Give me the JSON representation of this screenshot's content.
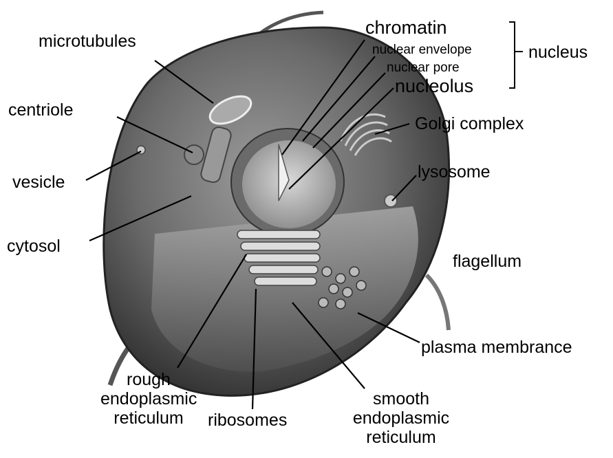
{
  "labels": {
    "microtubules": "microtubules",
    "centriole": "centriole",
    "vesicle": "vesicle",
    "cytosol": "cytosol",
    "chromatin": "chromatin",
    "nuclear_envelope": "nuclear envelope",
    "nuclear_pore": "nuclear pore",
    "nucleolus": "nucleolus",
    "nucleus": "nucleus",
    "golgi_complex": "Golgi complex",
    "lysosome": "lysosome",
    "flagellum": "flagellum",
    "plasma_membrane": "plasma membrance",
    "rough_er_line1": "rough",
    "rough_er_line2": "endoplasmic",
    "rough_er_line3": "reticulum",
    "ribosomes": "ribosomes",
    "smooth_er_line1": "smooth",
    "smooth_er_line2": "endoplasmic",
    "smooth_er_line3": "reticulum"
  },
  "colors": {
    "background": "#ffffff",
    "cell_dark": "#3a3a3a",
    "cell_mid": "#7a7a7a",
    "cell_light": "#c8c8c8",
    "leader_line": "#000000"
  }
}
